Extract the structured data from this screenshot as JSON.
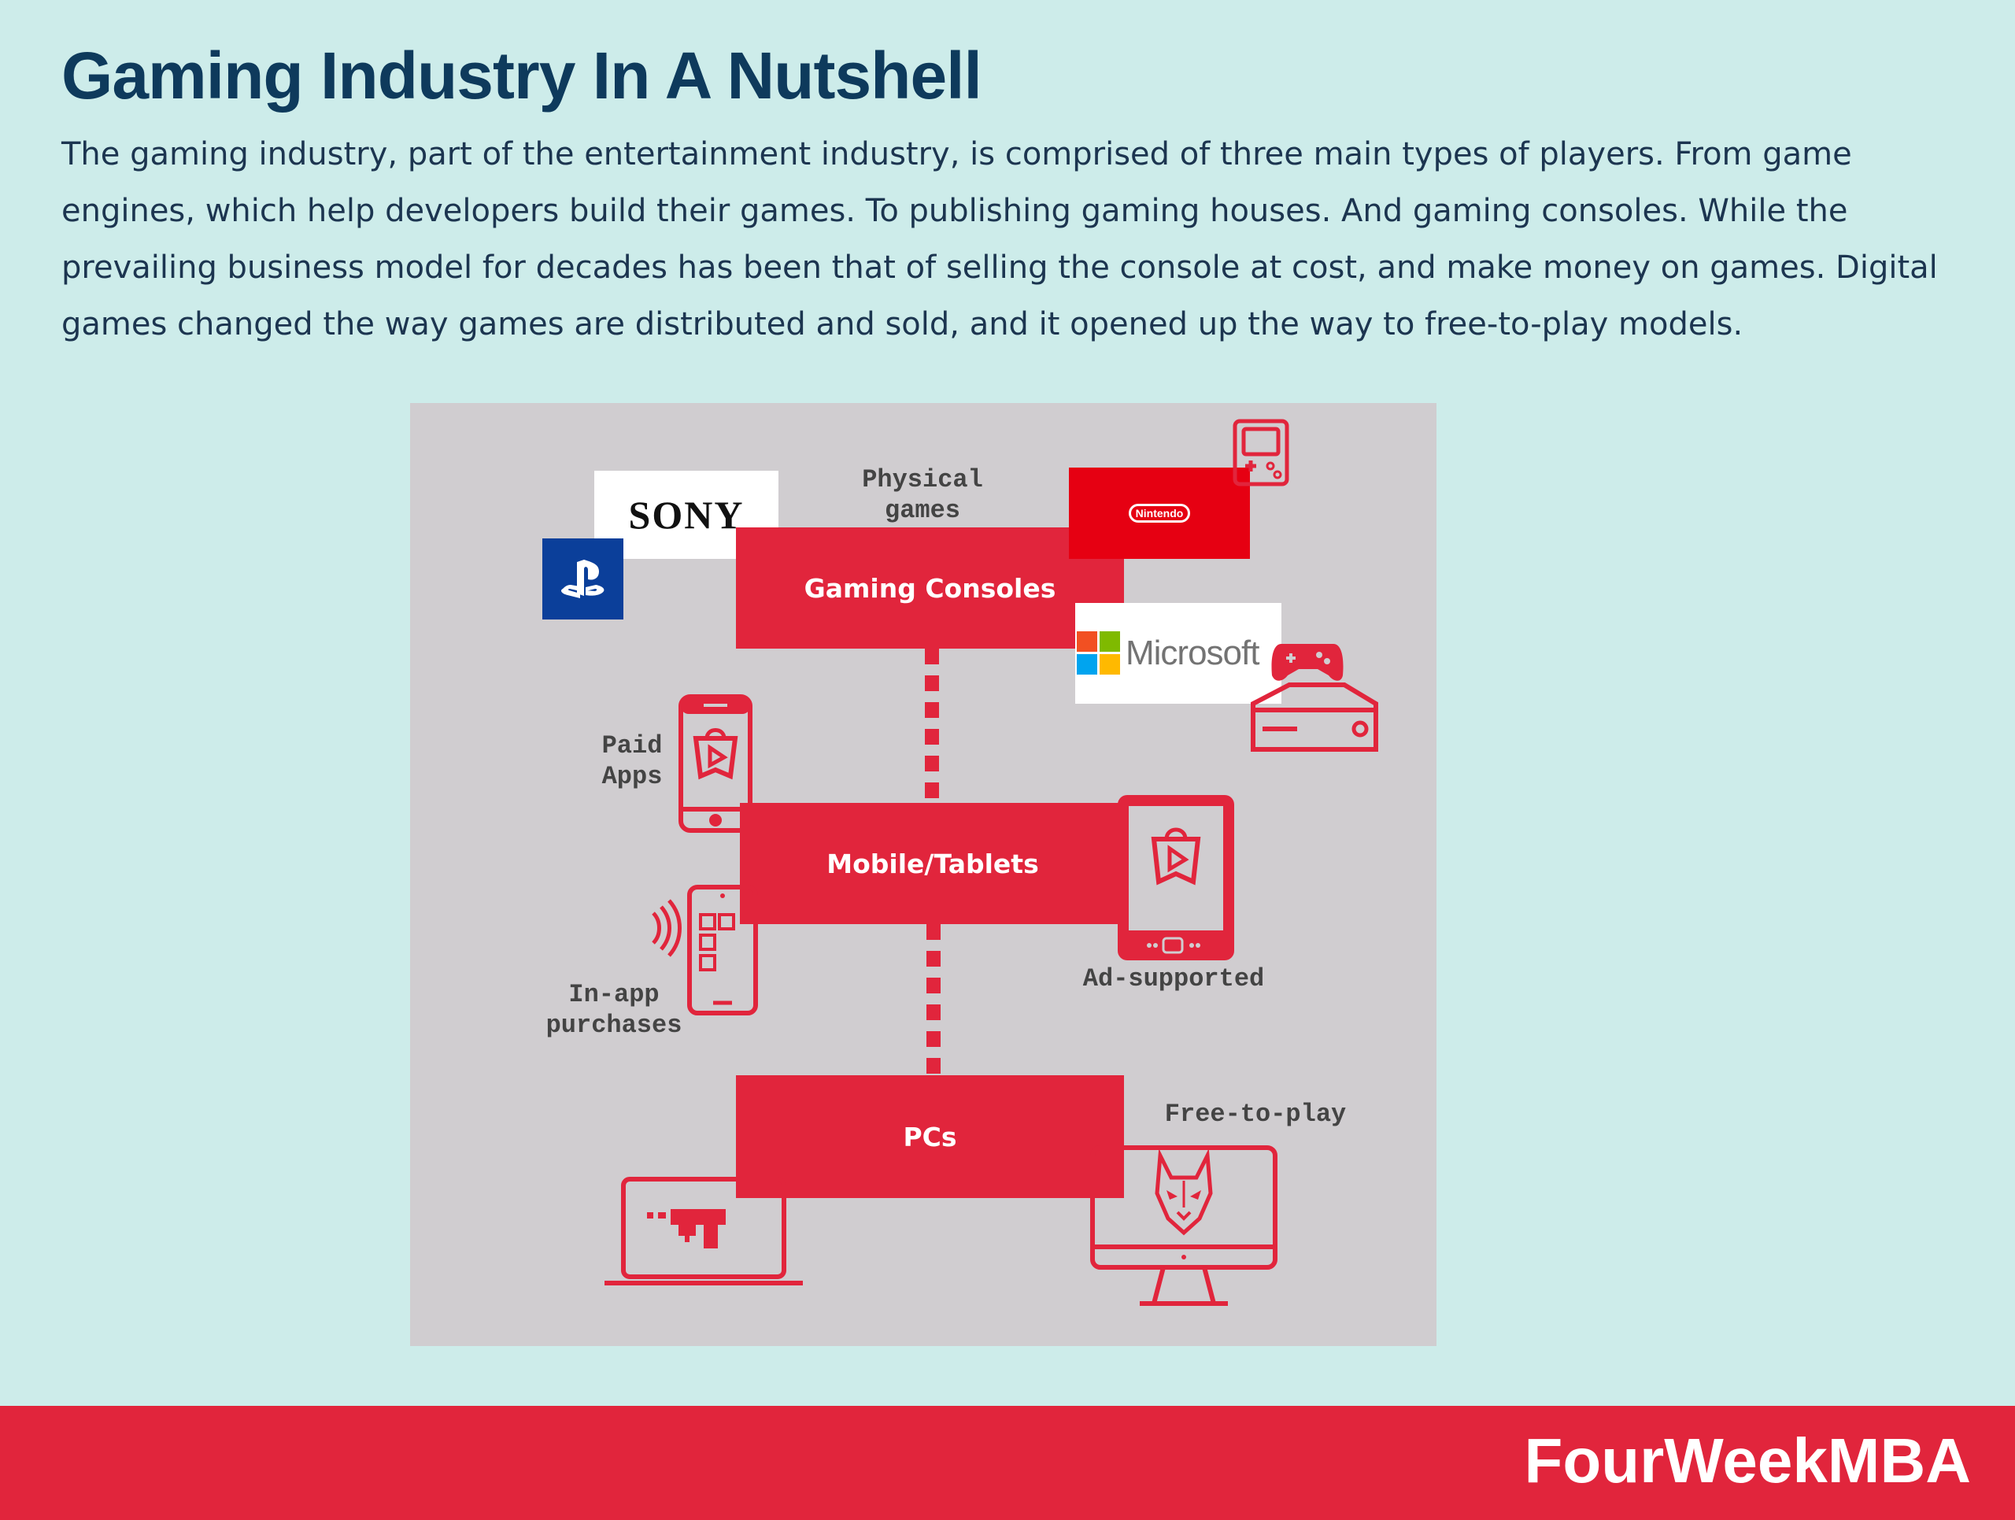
{
  "header": {
    "title": "Gaming Industry In A Nutshell",
    "description": "The gaming industry, part of the entertainment industry, is comprised of three main types of players. From game engines, which help developers build their games. To publishing gaming houses. And gaming consoles. While the prevailing business model for decades has been that of selling the console at cost, and make money on games. Digital games changed the way games are distributed and sold, and it opened up the way to free-to-play models."
  },
  "diagram": {
    "boxes": {
      "consoles": "Gaming Consoles",
      "mobile": "Mobile/Tablets",
      "pcs": "PCs"
    },
    "labels": {
      "physical_games": "Physical\ngames",
      "paid_apps": "Paid\nApps",
      "in_app": "In-app\npurchases",
      "ad_supported": "Ad-supported",
      "free_to_play": "Free-to-play"
    },
    "logos": {
      "sony": "SONY",
      "nintendo": "Nintendo",
      "microsoft": "Microsoft"
    },
    "icons": [
      "playstation-icon",
      "gameboy-icon",
      "xbox-console-icon",
      "phone-paid-app-icon",
      "phone-in-app-icon",
      "tablet-ad-icon",
      "laptop-game-icon",
      "monitor-fox-icon"
    ],
    "colors": {
      "accent": "#e1253c",
      "panel": "#d0cdd0",
      "background": "#cdecea",
      "title": "#0e3a5c"
    }
  },
  "footer": {
    "brand": "FourWeekMBA"
  }
}
